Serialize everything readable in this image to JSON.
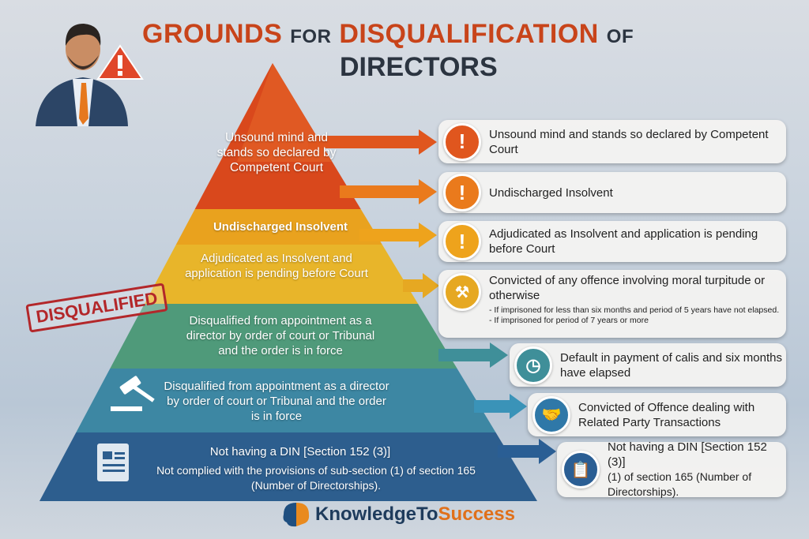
{
  "title": {
    "line1_a": "GROUNDS",
    "line1_b": "FOR",
    "line1_c": "DISQUALIFICATION",
    "line1_d": "OF",
    "line2": "DIRECTORS"
  },
  "stamp": "DISQUALIFIED",
  "pyramid": [
    {
      "text": "Unsound mind and stands so declared by Competent Court",
      "color": "#d9481c"
    },
    {
      "text": "Undischarged Insolvent",
      "color": "#e9a21e"
    },
    {
      "text": "Adjudicated as Insolvent and application is pending before Court",
      "color": "#e8b52a"
    },
    {
      "text": "Disqualified from appointment as a director by order of court or Tribunal and the order is in force",
      "color": "#4f9a7a"
    },
    {
      "text": "Disqualified from appointment as a director by order of court or Tribunal and the order is in force",
      "color": "#3d87a3"
    },
    {
      "title": "Not having a DIN [Section 152 (3)]",
      "text": "Not complied with the provisions of sub-section (1) of section 165 (Number of Directorships).",
      "color": "#2d5e8e"
    }
  ],
  "cards": [
    {
      "text": "Unsound mind and stands so declared by Competent Court",
      "icon": "exclamation-icon",
      "color": "#e0561e"
    },
    {
      "text": "Undischarged Insolvent",
      "icon": "exclamation-icon",
      "color": "#ea7a1c"
    },
    {
      "text": "Adjudicated as Insolvent and application is pending before Court",
      "icon": "exclamation-icon",
      "color": "#eea31c"
    },
    {
      "text": "Convicted of any offence involving moral turpitude or otherwise",
      "sub1": "- If imprisoned for less than six months and period of 5 years have not elapsed.",
      "sub2": "- If imprisoned for period of 7 years or more",
      "icon": "gavel-icon",
      "color": "#e6a822"
    },
    {
      "text": "Default in payment of calis and six months have elapsed",
      "icon": "clock-icon",
      "color": "#3f8f99"
    },
    {
      "text": "Convicted of Offence dealing with Related Party Transactions",
      "icon": "handshake-icon",
      "color": "#2f78a8"
    },
    {
      "title": "Not having a DIN [Section 152 (3)]",
      "text": "(1) of section 165 (Number of Directorships).",
      "icon": "clipboard-icon",
      "color": "#2a5e94"
    }
  ],
  "logo": {
    "a": "KnowledgeTo",
    "b": "Success"
  }
}
